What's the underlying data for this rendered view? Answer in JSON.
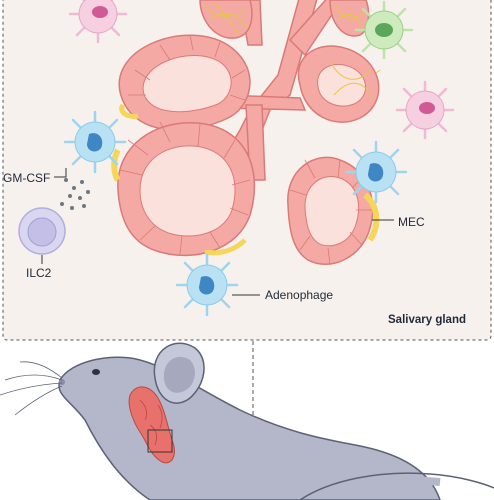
{
  "labels": {
    "gm_csf": "GM-CSF",
    "ilc2": "ILC2",
    "mec": "MEC",
    "adenophage": "Adenophage",
    "panel_title": "Salivary gland"
  },
  "colors": {
    "panel_bg": "#f7f1ee",
    "gland_fill": "#f5a9a4",
    "gland_stroke": "#d97a78",
    "lumen": "#fbe1dc",
    "mec_yellow": "#f5d65a",
    "fiber": "#e4c74a",
    "adenophage_blue": "#9fd4ee",
    "adenophage_nucleus": "#3f86c4",
    "pink_cell": "#f1b9d4",
    "green_cell": "#bde3a9",
    "ilc2_fill": "#d9d6ef",
    "mouse_body": "#b4b7c9",
    "mouse_stroke": "#5d6175",
    "dashed_line": "#555555"
  },
  "icons": [
    "dendritic-cell-icon",
    "lymphocyte-icon",
    "mouse-icon",
    "salivary-gland-icon"
  ]
}
